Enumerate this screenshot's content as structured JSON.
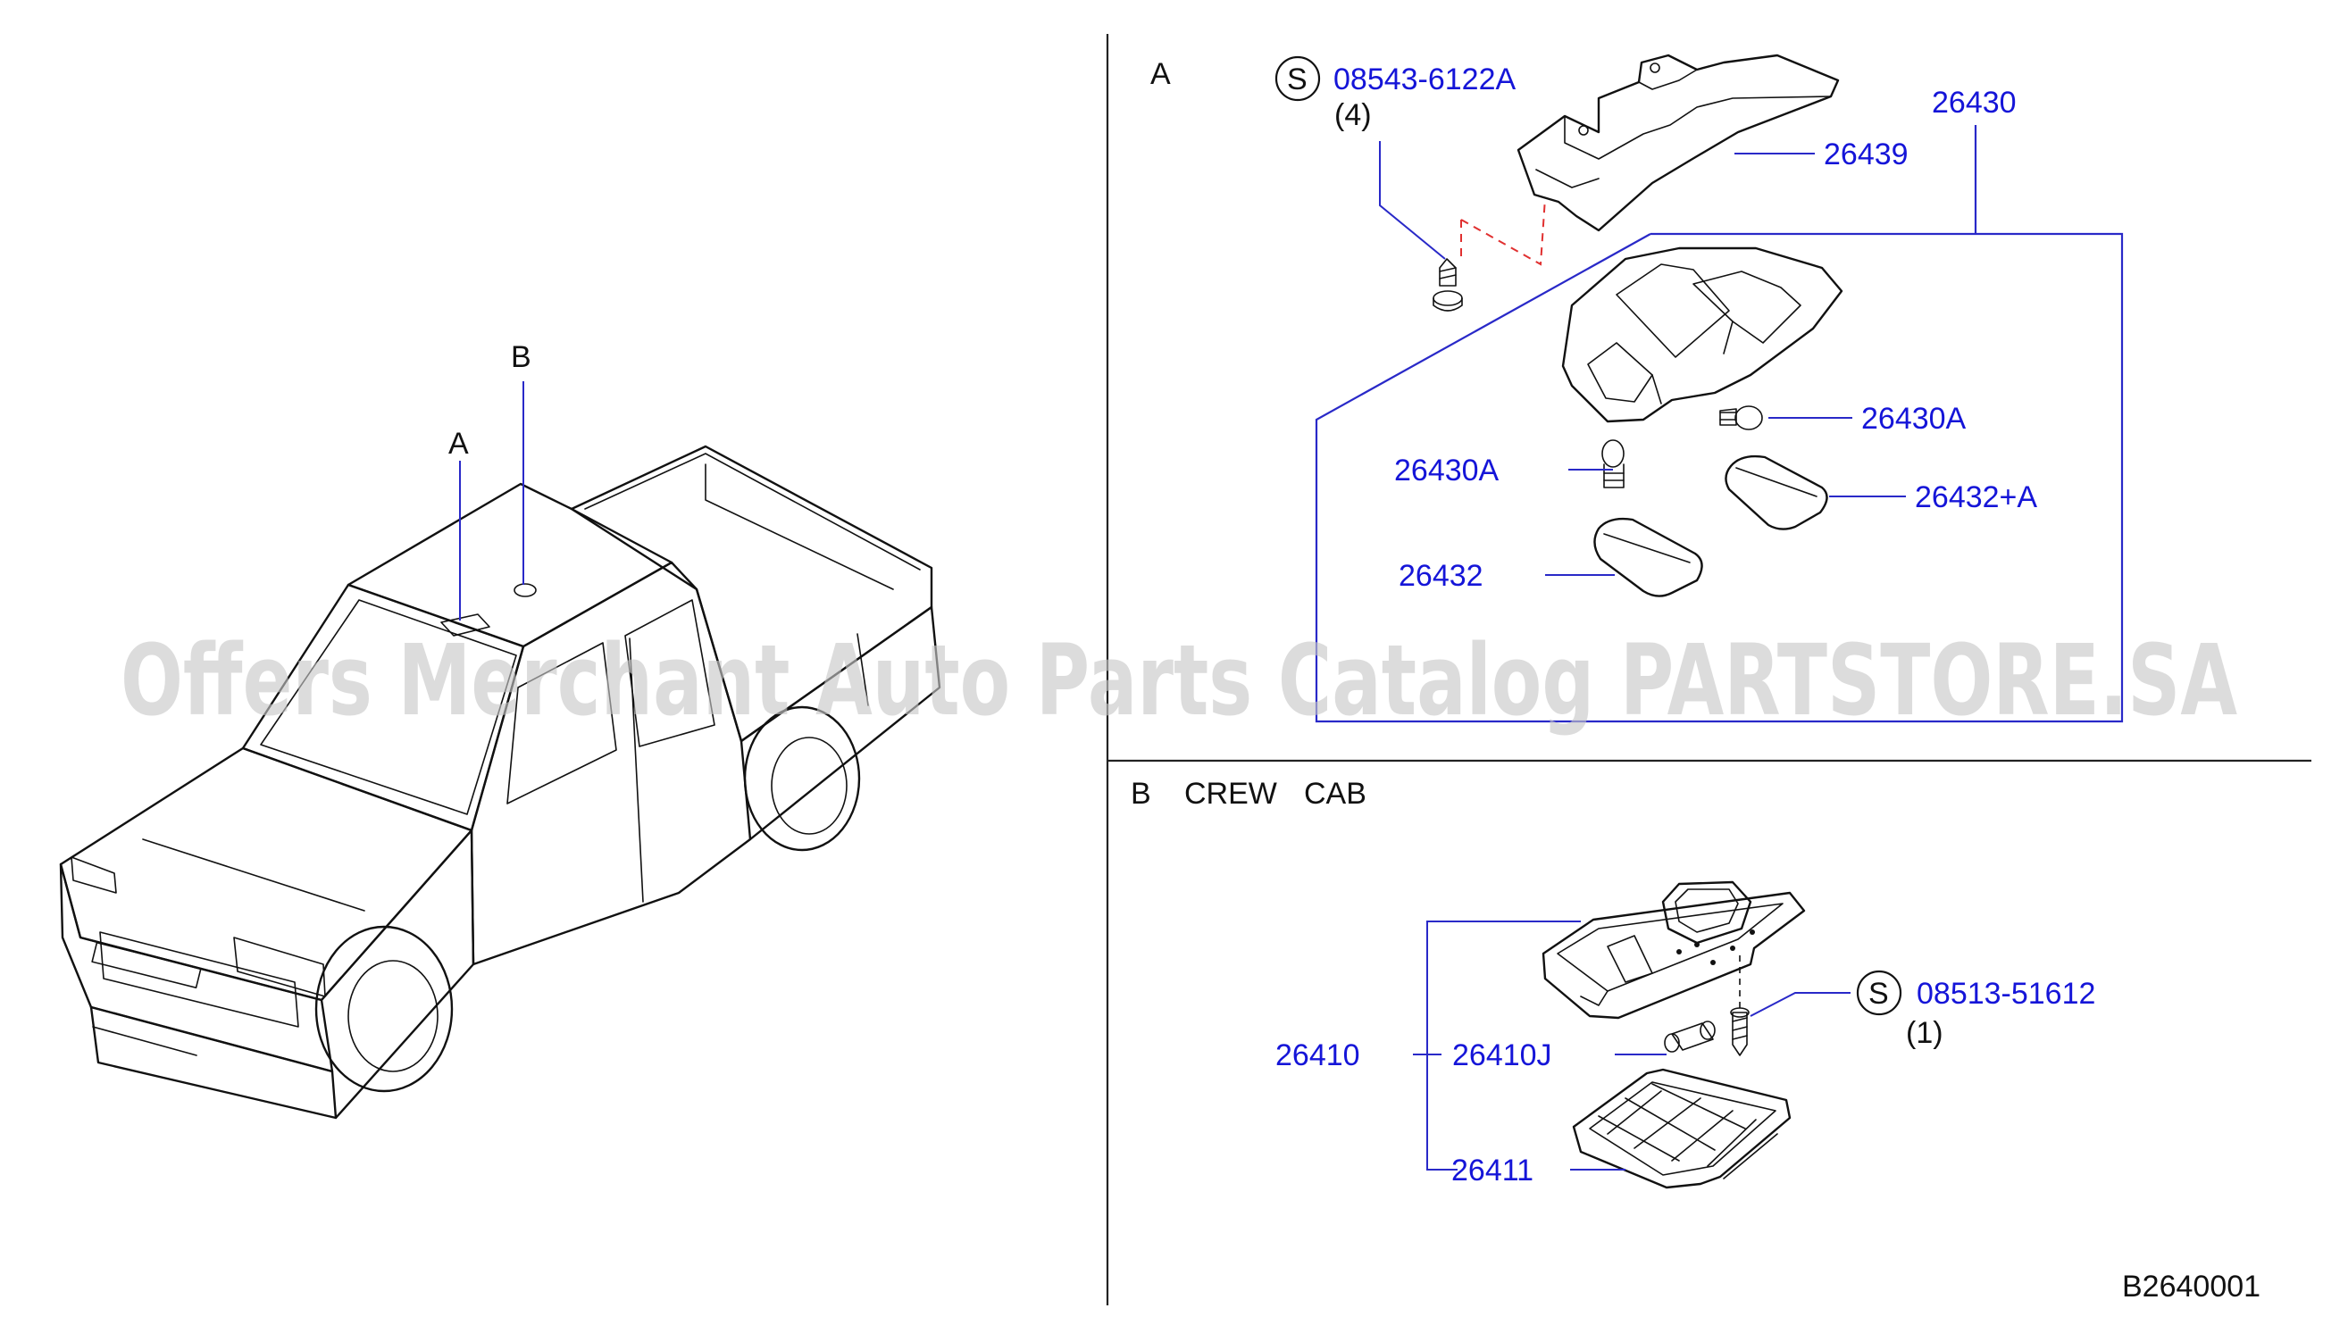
{
  "diagram_id": "B2640001",
  "watermark": "Offers Merchant Auto Parts Catalog PARTSTORE.SA",
  "colors": {
    "part_number": "#1515d8",
    "leader": "#2929c8",
    "line_art": "#111111",
    "watermark": "#c8c8c8"
  },
  "truck_callouts": {
    "a": "A",
    "b": "B"
  },
  "section_a": {
    "title": "A",
    "screw_symbol": "S",
    "screw_part": "08543-6122A",
    "screw_qty": "(4)",
    "bracket_part": "26439",
    "assembly_part": "26430",
    "bulb_right": "26430A",
    "bulb_left": "26430A",
    "lens_right": "26432+A",
    "lens_left": "26432"
  },
  "section_b": {
    "title": "B",
    "subtitle": "CREW",
    "subtitle2": "CAB",
    "assembly_part": "26410",
    "bulb_part": "26410J",
    "lens_part": "26411",
    "screw_symbol": "S",
    "screw_part": "08513-51612",
    "screw_qty": "(1)"
  }
}
